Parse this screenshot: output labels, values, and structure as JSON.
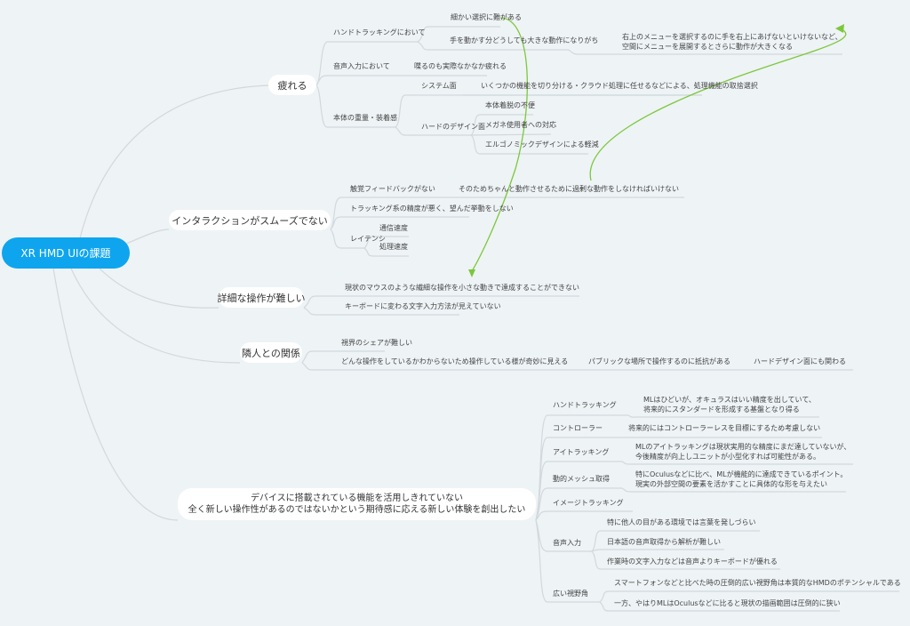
{
  "root": "XR HMD UIの課題",
  "branches": {
    "fatigue": {
      "label": "疲れる",
      "hand": "ハンドトラッキングにおいて",
      "hand_a": "細かい選択に難がある",
      "hand_b": "手を動かす分どうしても大きな動作になりがち",
      "hand_b1": "右上のメニューを選択するのに手を右上にあげないといけないなど、",
      "hand_b2": "空間にメニューを展開するとさらに動作が大きくなる",
      "voice": "音声入力において",
      "voice_a": "喋るのも実際なかなか疲れる",
      "weight": "本体の重量・装着感",
      "system": "システム面",
      "system_a": "いくつかの機能を切り分ける・クラウド処理に任せるなどによる、処理機能の取捨選択",
      "hardware": "ハードのデザイン面",
      "hw_a": "本体着脱の不便",
      "hw_b": "メガネ使用者への対応",
      "hw_c": "エルゴノミックデザインによる軽減"
    },
    "interaction": {
      "label": "インタラクションがスムーズでない",
      "haptic": "触覚フィードバックがない",
      "haptic_a": "そのためちゃんと動作させるために過剰な動作をしなければいけない",
      "tracking": "トラッキング系の精度が悪く、望んだ挙動をしない",
      "latency": "レイテンシ",
      "latency_a": "通信速度",
      "latency_b": "処理速度"
    },
    "detail": {
      "label": "詳細な操作が難しい",
      "a": "現状のマウスのような繊細な操作を小さな動きで達成することができない",
      "b": "キーボードに変わる文字入力方法が見えていない"
    },
    "neighbor": {
      "label": "隣人との関係",
      "a": "視界のシェアが難しい",
      "b": "どんな操作をしているかわからないため操作している様が奇妙に見える",
      "b1": "パブリックな場所で操作するのに抵抗がある",
      "b2": "ハードデザイン面にも関わる"
    },
    "device": {
      "label1": "デバイスに搭載されている機能を活用しきれていない",
      "label2": "全く新しい操作性があるのではないかという期待感に応える新しい体験を創出したい",
      "hand": "ハンドトラッキング",
      "hand_1": "MLはひどいが、オキュラスはいい精度を出していて、",
      "hand_2": "将来的にスタンダードを形成する基盤となり得る",
      "controller": "コントローラー",
      "controller_a": "将来的にはコントローラーレスを目標にするため考慮しない",
      "eye": "アイトラッキング",
      "eye_1": "MLのアイトラッキングは現状実用的な精度にまだ達していないが、",
      "eye_2": "今後精度が向上しユニットが小型化すれば可能性がある。",
      "mesh": "動的メッシュ取得",
      "mesh_1": "特にOculusなどに比べ、MLが機能的に達成できているポイント。",
      "mesh_2": "現実の外部空間の要素を活かすことに具体的な形を与えたい",
      "image": "イメージトラッキング",
      "voice": "音声入力",
      "voice_a": "特に他人の目がある環境では言葉を発しづらい",
      "voice_b": "日本語の音声取得から解析が難しい",
      "voice_c": "作業時の文字入力などは音声よりキーボードが優れる",
      "fov": "広い視野角",
      "fov_a": "スマートフォンなどと比べた時の圧倒的広い視野角は本質的なHMDのポテンシャルである",
      "fov_b": "一方、やはりMLはOculusなどに比ると現状の描画範囲は圧倒的に狭い"
    }
  },
  "colors": {
    "root": "#0ea5ee",
    "link": "#7cc83a",
    "line": "#d3d8dc"
  }
}
